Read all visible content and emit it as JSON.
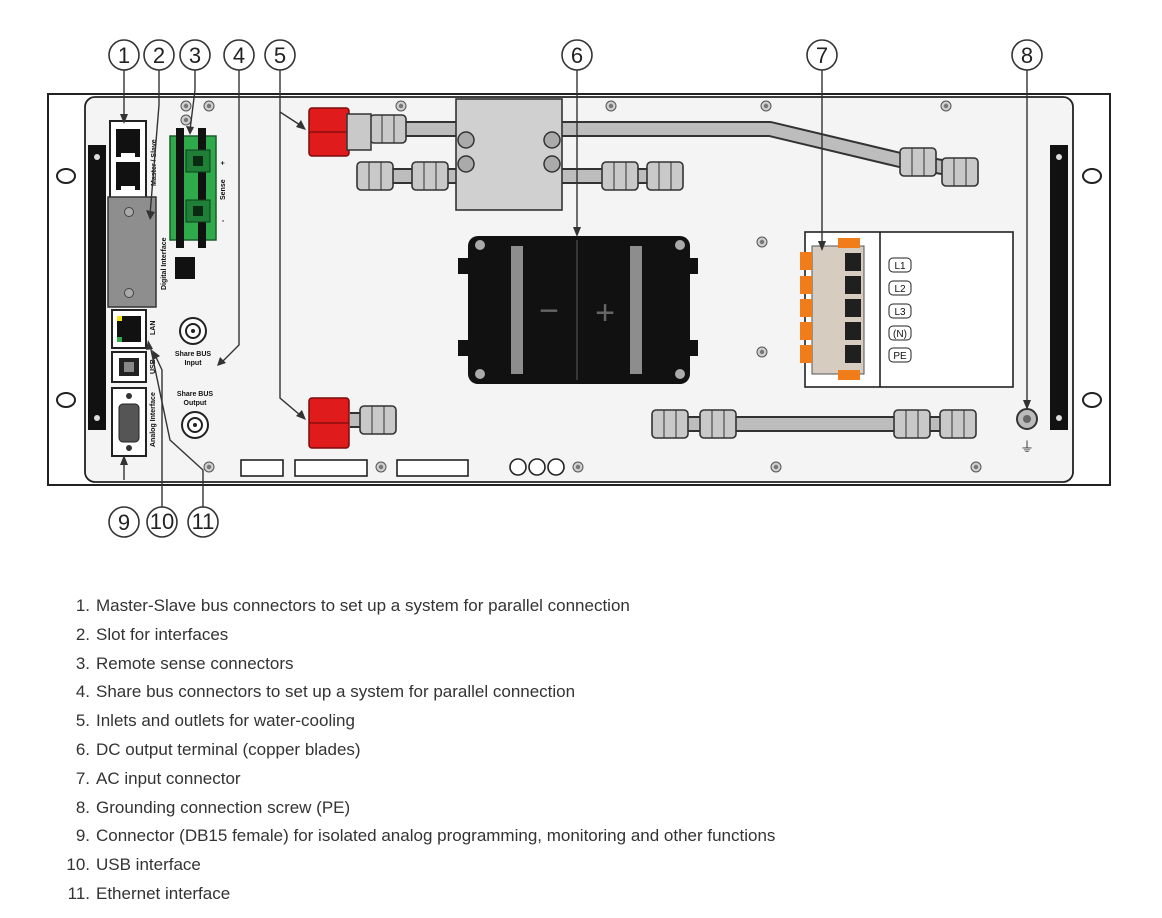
{
  "callouts": [
    "1",
    "2",
    "3",
    "4",
    "5",
    "6",
    "7",
    "8",
    "9",
    "10",
    "11"
  ],
  "panel_labels": {
    "master_slave": "Master / Slave",
    "digital_interface": "Digital Interface",
    "sense": "Sense",
    "sense_minus": "-",
    "sense_plus": "+",
    "lan": "LAN",
    "usb": "USB",
    "analog_interface": "Analog Interface",
    "share_bus_input_1": "Share BUS",
    "share_bus_input_2": "Input",
    "share_bus_output_1": "Share BUS",
    "share_bus_output_2": "Output",
    "dc_minus": "−",
    "dc_plus": "+",
    "ac_l1": "L1",
    "ac_l2": "L2",
    "ac_l3": "L3",
    "ac_n": "(N)",
    "ac_pe": "PE",
    "ground_symbol": "⏚"
  },
  "legend": [
    {
      "num": "1.",
      "text": "Master-Slave bus connectors to set up a system for parallel connection"
    },
    {
      "num": "2.",
      "text": "Slot for interfaces"
    },
    {
      "num": "3.",
      "text": "Remote sense connectors"
    },
    {
      "num": "4.",
      "text": "Share bus connectors to set up a system for parallel connection"
    },
    {
      "num": "5.",
      "text": "Inlets and outlets for water-cooling"
    },
    {
      "num": "6.",
      "text": "DC output terminal (copper blades)"
    },
    {
      "num": "7.",
      "text": "AC input connector"
    },
    {
      "num": "8.",
      "text": "Grounding connection screw (PE)"
    },
    {
      "num": "9.",
      "text": "Connector (DB15 female) for isolated analog programming, monitoring and other functions"
    },
    {
      "num": "10.",
      "text": "USB interface"
    },
    {
      "num": "11.",
      "text": "Ethernet interface"
    }
  ],
  "colors": {
    "panel_fill": "#f4f4f4",
    "outline": "#222222",
    "pipe": "#bdbdbd",
    "red_fitting": "#e01b1b",
    "green_terminal": "#2eaa4a",
    "orange_lever": "#f07d1a",
    "dc_block": "#111111"
  }
}
